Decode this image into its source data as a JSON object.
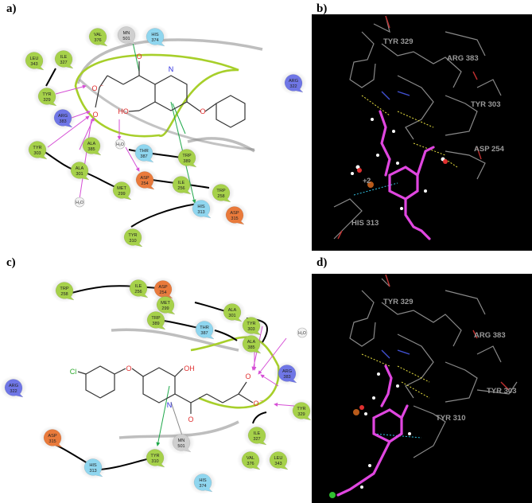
{
  "panels": [
    {
      "id": "a",
      "label": "a)"
    },
    {
      "id": "b",
      "label": "b)"
    },
    {
      "id": "c",
      "label": "c)"
    },
    {
      "id": "d",
      "label": "d)"
    }
  ],
  "colors": {
    "hydrophobic": "#a6d14a",
    "polar": "#8fd6ef",
    "positive": "#6f76e6",
    "negative": "#e97a3b",
    "glycine": "#cfcfcf",
    "hbond": "#d64fd6",
    "pipi": "#1fa84a",
    "pocket_line": "#a7cf2a",
    "render_bg": "#000000",
    "ligand_3d": "#e046e0"
  },
  "panel_a": {
    "residues": [
      {
        "name": "VAL",
        "num": "376",
        "kind": "hydrophobic"
      },
      {
        "name": "MN",
        "num": "501",
        "kind": "glycine"
      },
      {
        "name": "HIS",
        "num": "374",
        "kind": "polar"
      },
      {
        "name": "LEU",
        "num": "343",
        "kind": "hydrophobic"
      },
      {
        "name": "ILE",
        "num": "327",
        "kind": "hydrophobic"
      },
      {
        "name": "TYR",
        "num": "329",
        "kind": "hydrophobic"
      },
      {
        "name": "ARG",
        "num": "383",
        "kind": "positive"
      },
      {
        "name": "TYR",
        "num": "303",
        "kind": "hydrophobic"
      },
      {
        "name": "ALA",
        "num": "385",
        "kind": "hydrophobic"
      },
      {
        "name": "ALA",
        "num": "301",
        "kind": "hydrophobic"
      },
      {
        "name": "MET",
        "num": "299",
        "kind": "hydrophobic"
      },
      {
        "name": "THR",
        "num": "387",
        "kind": "polar"
      },
      {
        "name": "TRP",
        "num": "389",
        "kind": "hydrophobic"
      },
      {
        "name": "ASP",
        "num": "254",
        "kind": "negative"
      },
      {
        "name": "ILE",
        "num": "256",
        "kind": "hydrophobic"
      },
      {
        "name": "TRP",
        "num": "258",
        "kind": "hydrophobic"
      },
      {
        "name": "HIS",
        "num": "313",
        "kind": "polar"
      },
      {
        "name": "ASP",
        "num": "315",
        "kind": "negative"
      },
      {
        "name": "TYR",
        "num": "310",
        "kind": "hydrophobic"
      },
      {
        "name": "ARG",
        "num": "322",
        "kind": "positive"
      }
    ],
    "waters": [
      "H₂O",
      "H₂O"
    ],
    "atoms": {
      "O1": "O",
      "O2": "O",
      "O3": "O",
      "O4": "O",
      "N": "N",
      "HO": "HO",
      "minus": "⁻"
    }
  },
  "panel_b": {
    "labels": [
      "TYR 329",
      "ARG 383",
      "TYR 303",
      "ASP 254",
      "HIS 313"
    ],
    "charge": "+",
    "ion_label": "2"
  },
  "panel_c": {
    "residues": [
      {
        "name": "TRP",
        "num": "258",
        "kind": "hydrophobic"
      },
      {
        "name": "ILE",
        "num": "256",
        "kind": "hydrophobic"
      },
      {
        "name": "ASP",
        "num": "254",
        "kind": "negative"
      },
      {
        "name": "MET",
        "num": "299",
        "kind": "hydrophobic"
      },
      {
        "name": "ALA",
        "num": "301",
        "kind": "hydrophobic"
      },
      {
        "name": "TRP",
        "num": "389",
        "kind": "hydrophobic"
      },
      {
        "name": "THR",
        "num": "387",
        "kind": "polar"
      },
      {
        "name": "TYR",
        "num": "303",
        "kind": "hydrophobic"
      },
      {
        "name": "ALA",
        "num": "385",
        "kind": "hydrophobic"
      },
      {
        "name": "ARG",
        "num": "383",
        "kind": "positive"
      },
      {
        "name": "TYR",
        "num": "329",
        "kind": "hydrophobic"
      },
      {
        "name": "ILE",
        "num": "327",
        "kind": "hydrophobic"
      },
      {
        "name": "ARG",
        "num": "322",
        "kind": "positive"
      },
      {
        "name": "ASP",
        "num": "315",
        "kind": "negative"
      },
      {
        "name": "HIS",
        "num": "313",
        "kind": "polar"
      },
      {
        "name": "TYR",
        "num": "310",
        "kind": "hydrophobic"
      },
      {
        "name": "MN",
        "num": "501",
        "kind": "glycine"
      },
      {
        "name": "VAL",
        "num": "376",
        "kind": "hydrophobic"
      },
      {
        "name": "LEU",
        "num": "343",
        "kind": "hydrophobic"
      },
      {
        "name": "HIS",
        "num": "374",
        "kind": "polar"
      }
    ],
    "waters": [
      "H₂O"
    ],
    "atoms": {
      "Cl": "Cl",
      "O_ether": "O",
      "OH": "OH",
      "N": "N",
      "O_keto": "O",
      "O1": "O",
      "O2": "O",
      "minus": "⁻"
    }
  },
  "panel_d": {
    "labels": [
      "TYR 329",
      "ARG 383",
      "TYR 303",
      "TYR 310"
    ]
  }
}
